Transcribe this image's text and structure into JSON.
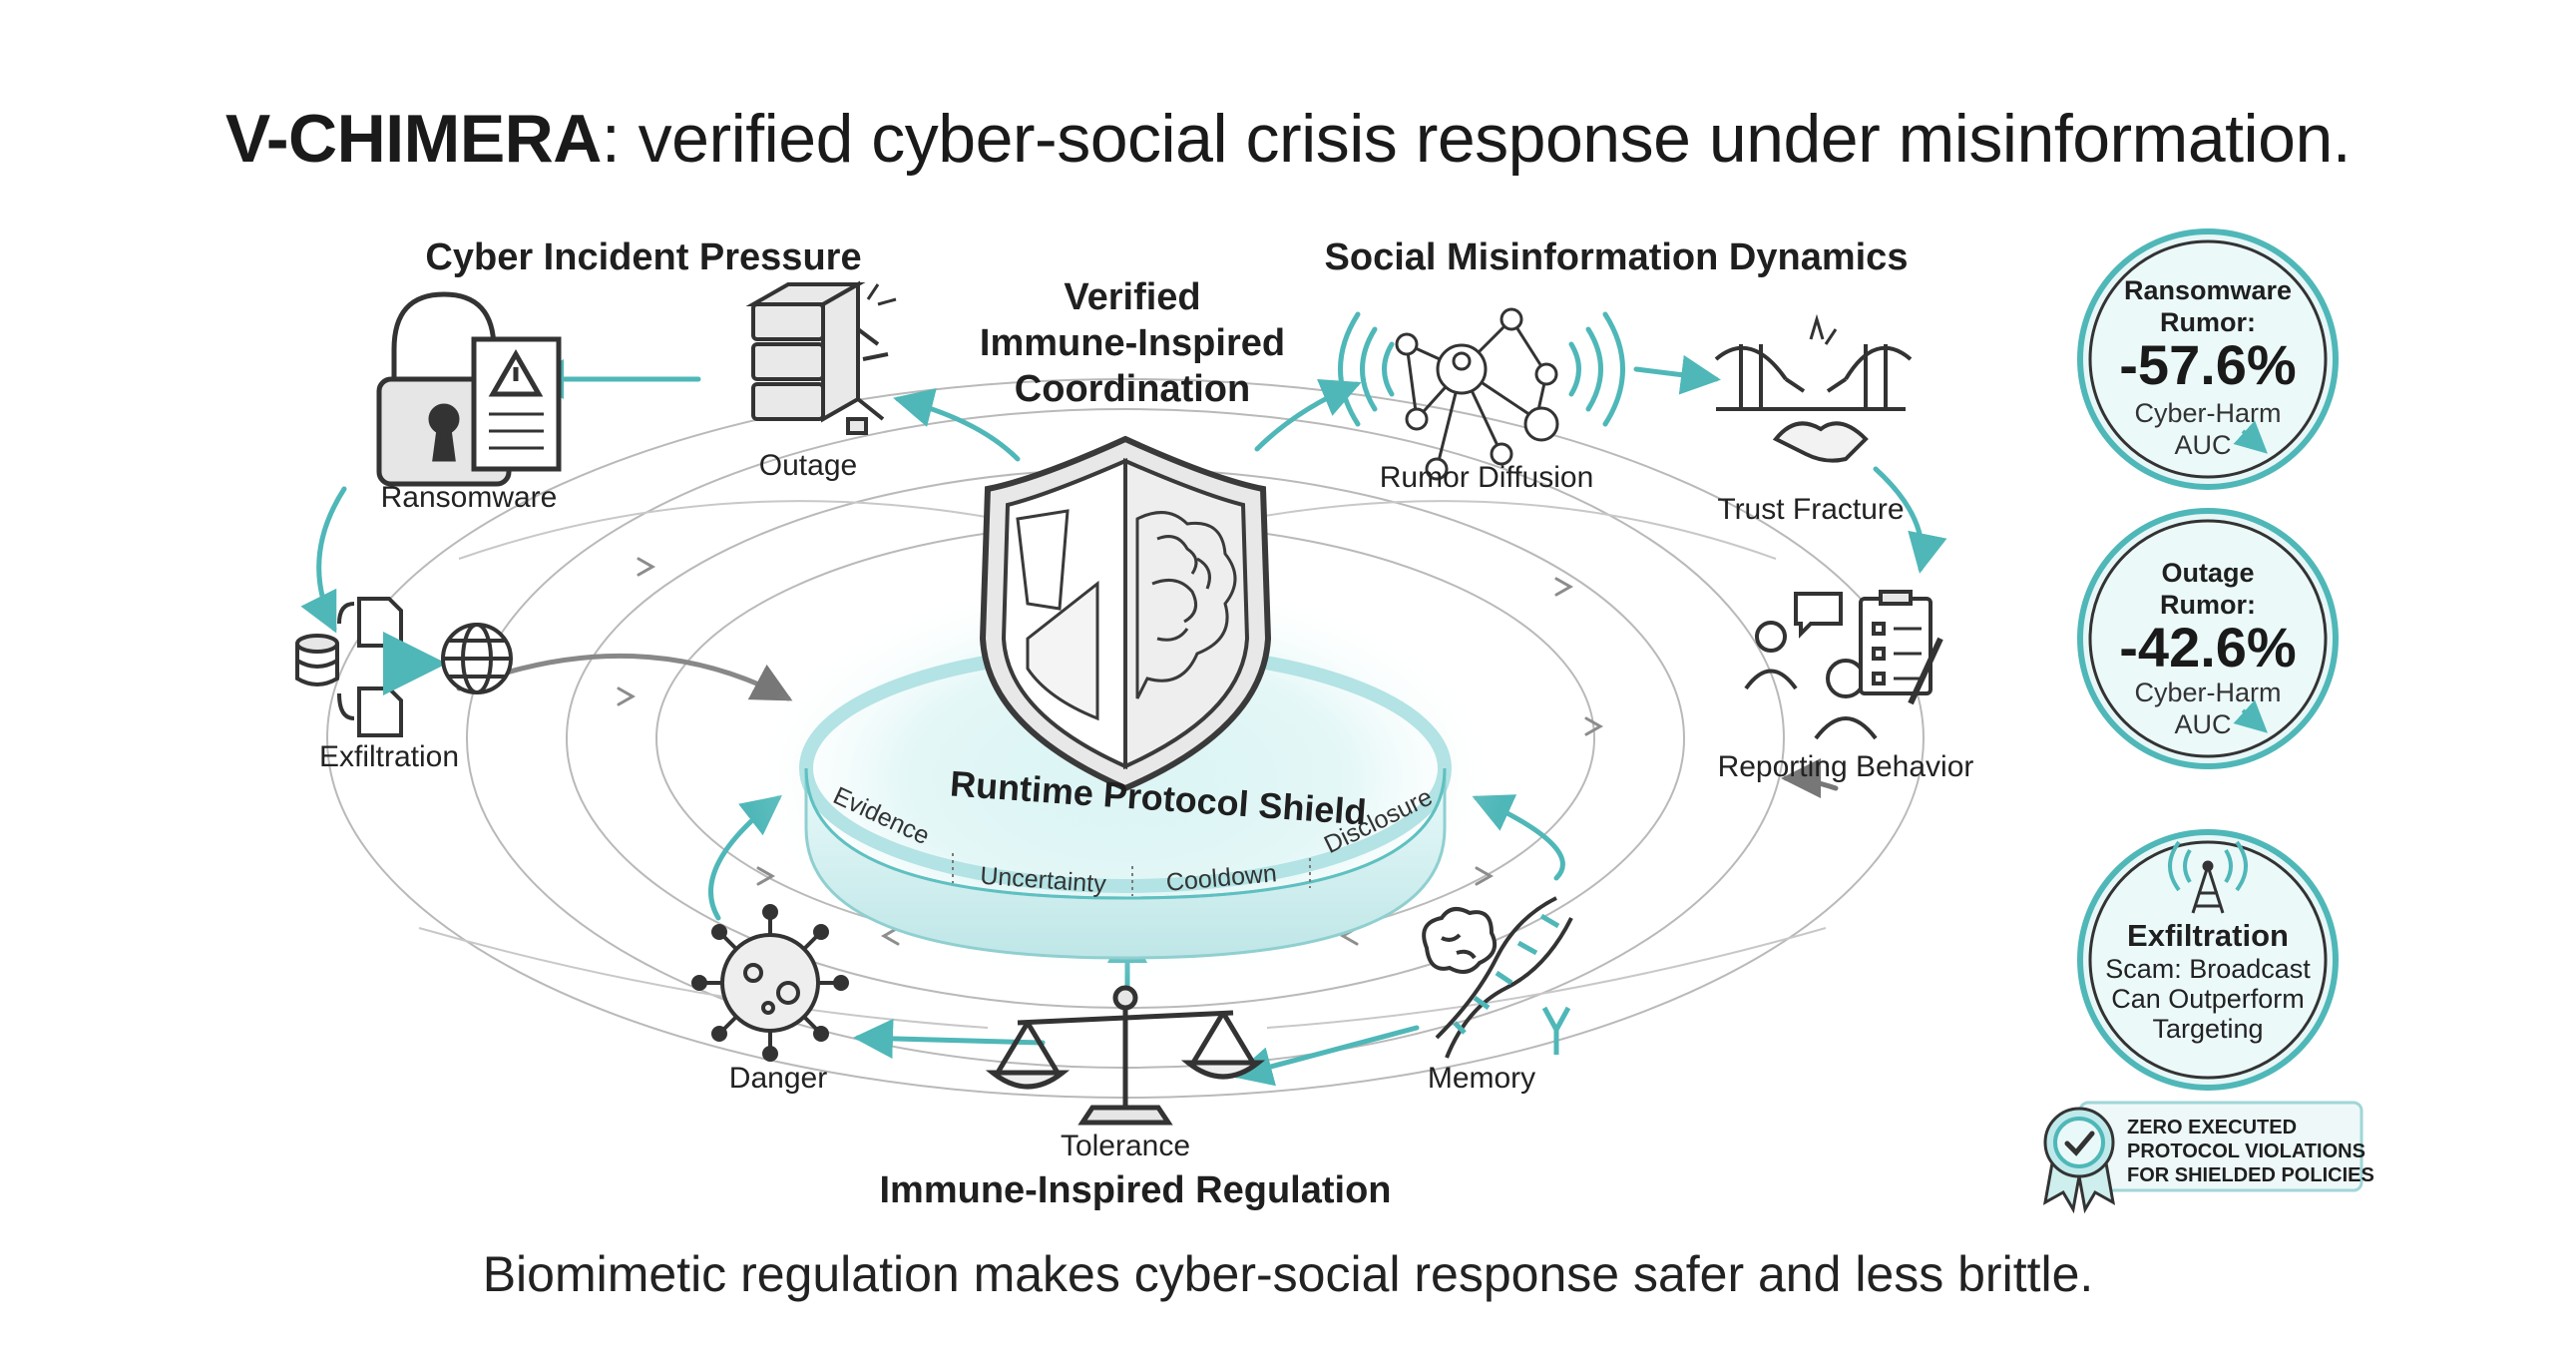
{
  "title": {
    "bold": "V-CHIMERA",
    "rest": ": verified cyber-social crisis response under misinformation."
  },
  "sections": {
    "cyber": "Cyber Incident Pressure",
    "social": "Social Misinformation Dynamics",
    "core": [
      "Verified",
      "Immune-Inspired",
      "Coordination"
    ],
    "immune": "Immune-Inspired Regulation"
  },
  "nodes": {
    "ransomware": "Ransomware",
    "outage": "Outage",
    "exfiltration": "Exfiltration",
    "rumor_diffusion": "Rumor Diffusion",
    "trust_fracture": "Trust Fracture",
    "reporting_behavior": "Reporting Behavior",
    "danger": "Danger",
    "tolerance": "Tolerance",
    "memory": "Memory"
  },
  "shield": {
    "ring_label": "Runtime Protocol Shield",
    "segments": [
      "Evidence",
      "Uncertainty",
      "Cooldown",
      "Disclosure"
    ]
  },
  "stats": [
    {
      "title": [
        "Ransomware",
        "Rumor:"
      ],
      "value": "-57.6%",
      "metric": [
        "Cyber-Harm",
        "AUC"
      ]
    },
    {
      "title": [
        "Outage",
        "Rumor:"
      ],
      "value": "-42.6%",
      "metric": [
        "Cyber-Harm",
        "AUC"
      ]
    },
    {
      "title": [
        "Exfiltration"
      ],
      "lines": [
        "Scam: Broadcast",
        "Can Outperform",
        "Targeting"
      ]
    }
  ],
  "badge": [
    "ZERO EXECUTED",
    "PROTOCOL VIOLATIONS",
    "FOR SHIELDED POLICIES"
  ],
  "footer": "Biomimetic regulation makes cyber-social response safer and less brittle.",
  "colors": {
    "accent": "#4fb7b8",
    "accent_light": "#bfe9ea",
    "ink": "#333333",
    "text": "#1f1f1f"
  }
}
